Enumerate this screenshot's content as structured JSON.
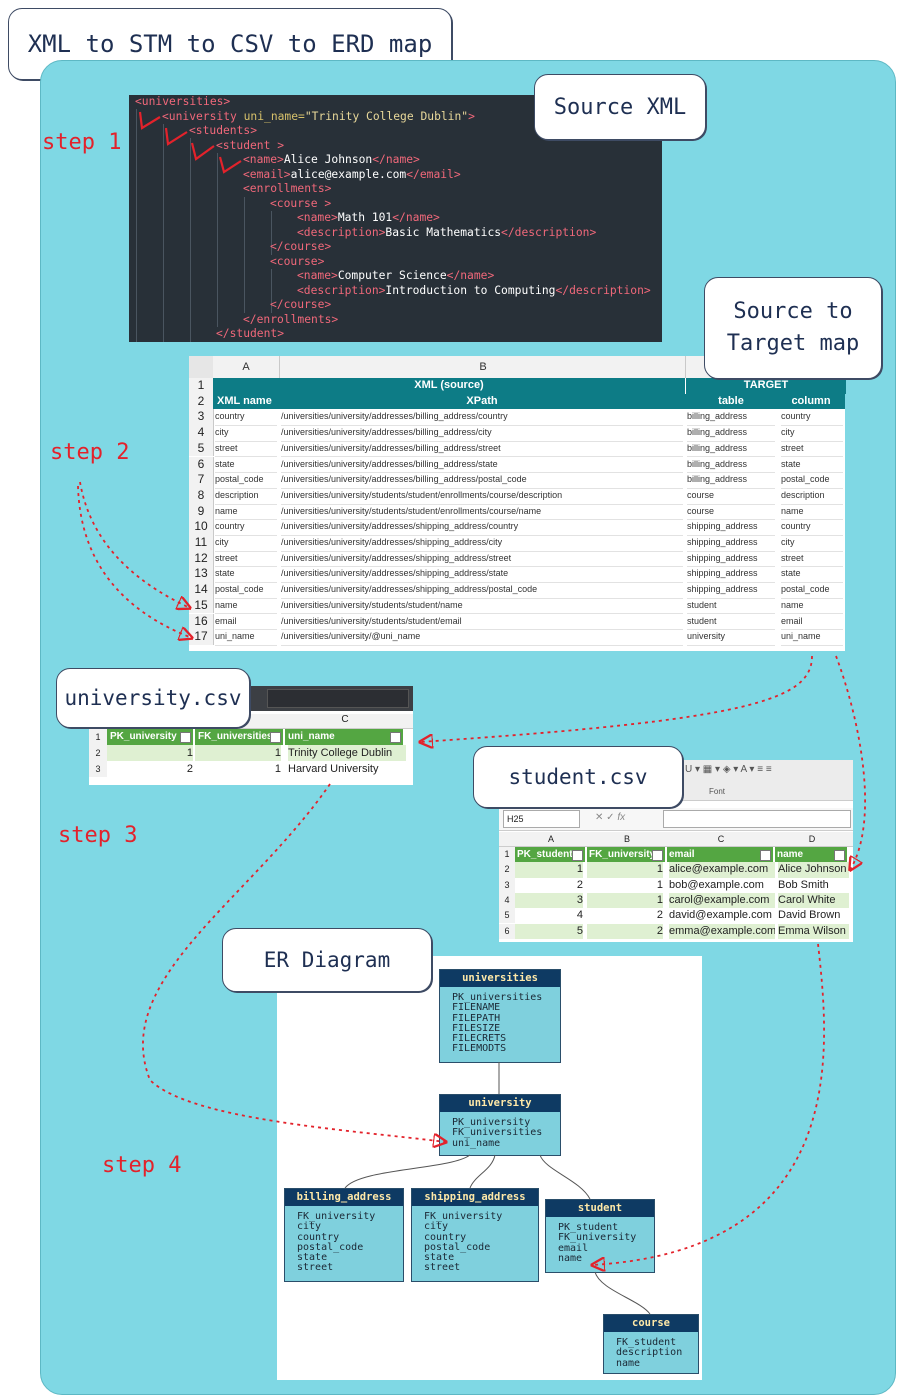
{
  "title": "XML to STM to CSV to ERD map",
  "callouts": {
    "source_xml": "Source XML",
    "stm_line1": "Source to",
    "stm_line2": "Target map",
    "university_csv": "university.csv",
    "student_csv": "student.csv",
    "er_diagram": "ER Diagram"
  },
  "steps": [
    "step 1",
    "step 2",
    "step 3",
    "step 4"
  ],
  "xml": {
    "l1_tag": "<universities>",
    "l2_open": "<university",
    "l2_attr": " uni_name=",
    "l2_val": "\"Trinity College Dublin\"",
    "l2_close": ">",
    "l3": "<students>",
    "l4": "<student >",
    "l5_open": "<name>",
    "l5_text": "Alice Johnson",
    "l5_close": "</name>",
    "l6_open": "<email>",
    "l6_text": "alice@example.com",
    "l6_close": "</email>",
    "l7": "<enrollments>",
    "l8": "<course >",
    "l9_open": "<name>",
    "l9_text": "Math 101",
    "l9_close": "</name>",
    "l10_open": "<description>",
    "l10_text": "Basic Mathematics",
    "l10_close": "</description>",
    "l11": "</course>",
    "l12": "<course>",
    "l13_open": "<name>",
    "l13_text": "Computer Science",
    "l13_close": "</name>",
    "l14_open": "<description>",
    "l14_text": "Introduction to Computing",
    "l14_close": "</description>",
    "l15": "</course>",
    "l16": "</enrollments>",
    "l17": "</student>"
  },
  "stm": {
    "col_letters": [
      "A",
      "B",
      "",
      ""
    ],
    "row1": {
      "xml_source": "XML (source)",
      "target": "TARGET"
    },
    "row2": {
      "xml_name": "XML name",
      "xpath": "XPath",
      "table": "table",
      "column": "column"
    },
    "rows": [
      {
        "n": "3",
        "name": "country",
        "xpath": "/universities/university/addresses/billing_address/country",
        "table": "billing_address",
        "column": "country"
      },
      {
        "n": "4",
        "name": "city",
        "xpath": "/universities/university/addresses/billing_address/city",
        "table": "billing_address",
        "column": "city"
      },
      {
        "n": "5",
        "name": "street",
        "xpath": "/universities/university/addresses/billing_address/street",
        "table": "billing_address",
        "column": "street"
      },
      {
        "n": "6",
        "name": "state",
        "xpath": "/universities/university/addresses/billing_address/state",
        "table": "billing_address",
        "column": "state"
      },
      {
        "n": "7",
        "name": "postal_code",
        "xpath": "/universities/university/addresses/billing_address/postal_code",
        "table": "billing_address",
        "column": "postal_code"
      },
      {
        "n": "8",
        "name": "description",
        "xpath": "/universities/university/students/student/enrollments/course/description",
        "table": "course",
        "column": "description"
      },
      {
        "n": "9",
        "name": "name",
        "xpath": "/universities/university/students/student/enrollments/course/name",
        "table": "course",
        "column": "name"
      },
      {
        "n": "10",
        "name": "country",
        "xpath": "/universities/university/addresses/shipping_address/country",
        "table": "shipping_address",
        "column": "country"
      },
      {
        "n": "11",
        "name": "city",
        "xpath": "/universities/university/addresses/shipping_address/city",
        "table": "shipping_address",
        "column": "city"
      },
      {
        "n": "12",
        "name": "street",
        "xpath": "/universities/university/addresses/shipping_address/street",
        "table": "shipping_address",
        "column": "street"
      },
      {
        "n": "13",
        "name": "state",
        "xpath": "/universities/university/addresses/shipping_address/state",
        "table": "shipping_address",
        "column": "state"
      },
      {
        "n": "14",
        "name": "postal_code",
        "xpath": "/universities/university/addresses/shipping_address/postal_code",
        "table": "shipping_address",
        "column": "postal_code"
      },
      {
        "n": "15",
        "name": "name",
        "xpath": "/universities/university/students/student/name",
        "table": "student",
        "column": "name"
      },
      {
        "n": "16",
        "name": "email",
        "xpath": "/universities/university/students/student/email",
        "table": "student",
        "column": "email"
      },
      {
        "n": "17",
        "name": "uni_name",
        "xpath": "/universities/university/@uni_name",
        "table": "university",
        "column": "uni_name"
      }
    ]
  },
  "university_sheet": {
    "col_c": "C",
    "headers": [
      "PK_university",
      "FK_universities",
      "uni_name"
    ],
    "rows": [
      {
        "n": "2",
        "pk": "1",
        "fk": "1",
        "name": "Trinity College Dublin"
      },
      {
        "n": "3",
        "pk": "2",
        "fk": "1",
        "name": "Harvard University"
      }
    ],
    "row1": "1"
  },
  "student_sheet": {
    "cell_ref": "H25",
    "font_group": "Font",
    "fx": "fx",
    "col_letters": [
      "A",
      "B",
      "C",
      "D"
    ],
    "headers": [
      "PK_student",
      "FK_university",
      "email",
      "name"
    ],
    "row1": "1",
    "rows": [
      {
        "n": "2",
        "pk": "1",
        "fk": "1",
        "email": "alice@example.com",
        "name": "Alice Johnson"
      },
      {
        "n": "3",
        "pk": "2",
        "fk": "1",
        "email": "bob@example.com",
        "name": "Bob Smith"
      },
      {
        "n": "4",
        "pk": "3",
        "fk": "1",
        "email": "carol@example.com",
        "name": "Carol White"
      },
      {
        "n": "5",
        "pk": "4",
        "fk": "2",
        "email": "david@example.com",
        "name": "David Brown"
      },
      {
        "n": "6",
        "pk": "5",
        "fk": "2",
        "email": "emma@example.com",
        "name": "Emma Wilson"
      }
    ]
  },
  "erd": {
    "universities": {
      "title": "universities",
      "fields": "PK_universities\nFILENAME\nFILEPATH\nFILESIZE\nFILECRETS\nFILEMODTS"
    },
    "university": {
      "title": "university",
      "fields": "PK_university\nFK_universities\nuni_name"
    },
    "billing_address": {
      "title": "billing_address",
      "fields": "FK_university\ncity\ncountry\npostal_code\nstate\nstreet"
    },
    "shipping_address": {
      "title": "shipping_address",
      "fields": "FK_university\ncity\ncountry\npostal_code\nstate\nstreet"
    },
    "student": {
      "title": "student",
      "fields": "PK_student\nFK_university\nemail\nname"
    },
    "course": {
      "title": "course",
      "fields": "FK_student\ndescription\nname"
    }
  },
  "colors": {
    "accent_red": "#e3222b",
    "panel": "#7fd8e4",
    "teal": "#0d7c86",
    "green": "#54a642",
    "navy": "#0e3a63"
  }
}
